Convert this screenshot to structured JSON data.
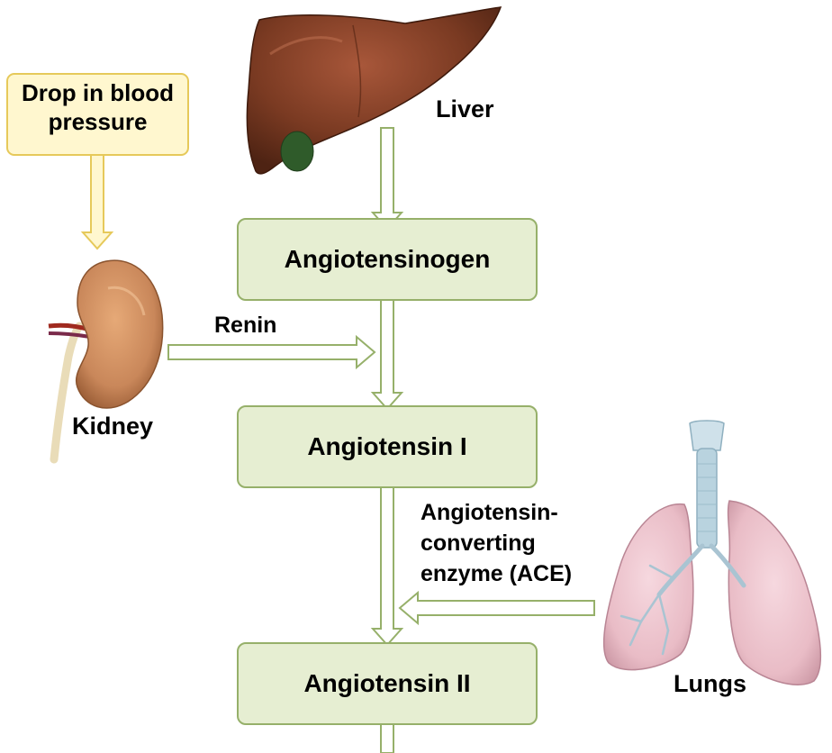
{
  "trigger": {
    "line1": "Drop in blood",
    "line2": "pressure"
  },
  "organs": {
    "liver": "Liver",
    "kidney": "Kidney",
    "lungs": "Lungs"
  },
  "boxes": {
    "angiotensinogen": "Angiotensinogen",
    "angiotensin1": "Angiotensin I",
    "angiotensin2": "Angiotensin II"
  },
  "enzymes": {
    "renin": "Renin",
    "ace_line1": "Angiotensin-",
    "ace_line2": "converting",
    "ace_line3": "enzyme (ACE)"
  },
  "colors": {
    "box_fill": "#e6eed2",
    "box_border": "#96b06a",
    "trigger_fill": "#fff7cf",
    "trigger_border": "#e6c95a",
    "liver": "#7a3a22",
    "kidney": "#c9875a",
    "lungs": "#e9bcc6",
    "trachea": "#b9d3df"
  }
}
